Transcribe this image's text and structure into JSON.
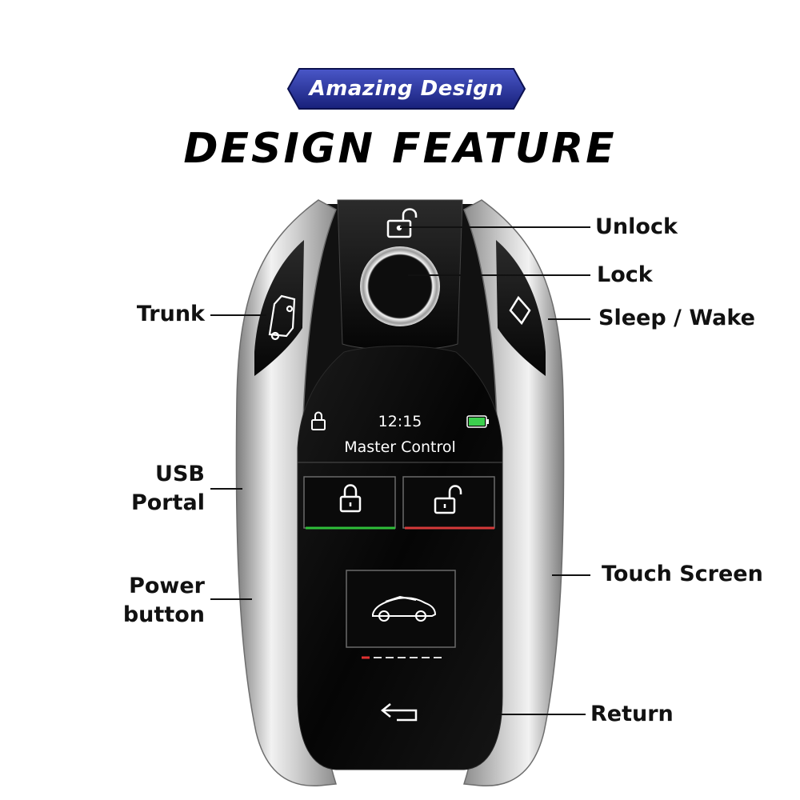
{
  "header": {
    "badge_label": "Amazing Design",
    "title": "DESIGN FEATURE"
  },
  "screen": {
    "time": "12:15",
    "mode_title": "Master Control"
  },
  "callouts": {
    "unlock": "Unlock",
    "lock": "Lock",
    "sleep_wake": "Sleep / Wake",
    "trunk": "Trunk",
    "usb_line1": "USB",
    "usb_line2": "Portal",
    "power_line1": "Power",
    "power_line2": "button",
    "touch_screen": "Touch Screen",
    "return": "Return"
  },
  "colors": {
    "badge_bg": "#1f2a8f",
    "battery": "#3ccf4e",
    "lock_accent": "#2fbf3a",
    "unlock_accent": "#d63a3a",
    "page_indicator_active": "#e03131"
  },
  "icons": [
    "lock-icon",
    "unlock-icon",
    "trunk-icon",
    "diamond-icon",
    "battery-icon",
    "car-icon",
    "return-arrow-icon"
  ]
}
